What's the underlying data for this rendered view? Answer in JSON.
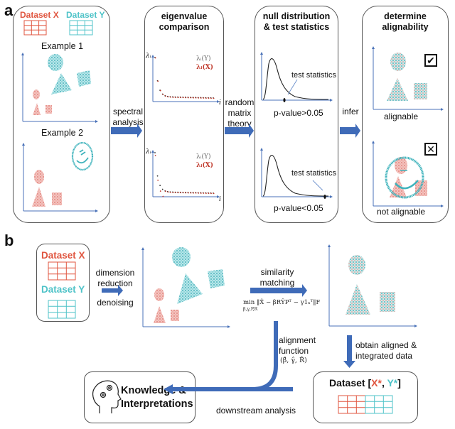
{
  "panel_a": {
    "label": "a",
    "datasets": {
      "x_label": "Dataset X",
      "y_label": "Dataset Y",
      "x_color": "#e0553f",
      "y_color": "#4fc3c8",
      "example1": "Example 1",
      "example2": "Example 2"
    },
    "arrow1": "spectral\nanalysis",
    "eigen": {
      "title": "eigenvalue\ncomparison",
      "axis_y": "λᵢ",
      "axis_x": "i",
      "legend_y": "λᵢ(Y)",
      "legend_x": "λᵢ(X)"
    },
    "arrow2": "random\nmatrix\ntheory",
    "null": {
      "title": "null distribution\n& test statistics",
      "annotation": "test statistics",
      "p_top": "p-value>0.05",
      "p_bottom": "p-value<0.05"
    },
    "arrow3": "infer",
    "determine": {
      "title": "determine\nalignability",
      "result_top": "alignable",
      "result_bottom": "not alignable",
      "check_icon": "✔",
      "cross_icon": "✕"
    }
  },
  "panel_b": {
    "label": "b",
    "datasets": {
      "x_label": "Dataset X",
      "y_label": "Dataset Y"
    },
    "step1_top": "dimension\nreduction",
    "step1_bottom": "denoising",
    "step2": "similarity\nmatching",
    "formula": "min ‖X̂ − βRŶPᵀ − γ1ₙᵀ‖F",
    "formula_sub": "β,γ,P,R",
    "step3": "alignment\nfunction",
    "step3_params": "(β̂, γ̂, R̂)",
    "step4": "obtain aligned &\nintegrated data",
    "result_title_prefix": "Dataset [",
    "result_x": "X*",
    "result_sep": ", ",
    "result_y": "Y*",
    "result_suffix": "]",
    "step5": "downstream analysis",
    "knowledge": "Knowledge &\nInterpretations"
  },
  "colors": {
    "arrow": "#3f6bb8",
    "axis": "#4a72b8",
    "red": "#e0553f",
    "cyan": "#4fc3c8",
    "scatter_red": "#e8908a",
    "scatter_cyan": "#3fb3bc"
  }
}
